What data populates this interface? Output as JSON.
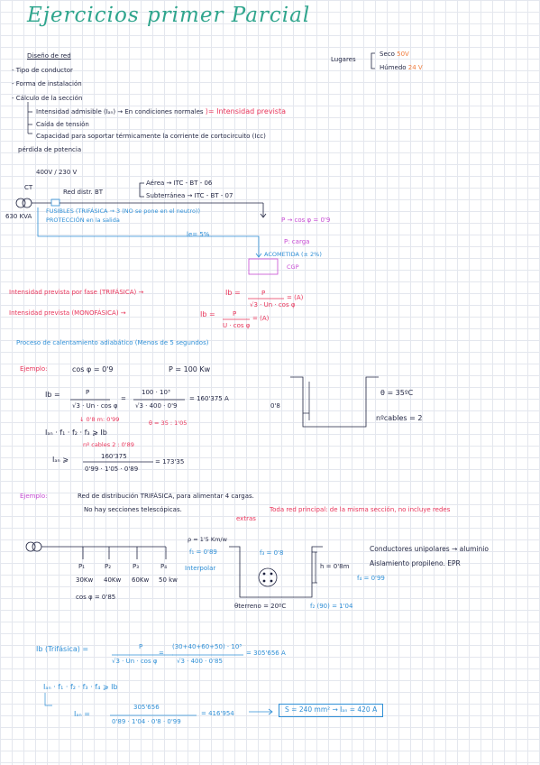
{
  "title": "Ejercicios primer Parcial",
  "s1": {
    "header": "Diseño de red",
    "items": [
      "Tipo de conductor",
      "Forma de instalación",
      "Cálculo de la sección"
    ],
    "sub1_pre": "Intensidad admisible (Iₐₙ) → En condiciones normales",
    "sub1_post": "⟩= Intensidad prevista",
    "sub2": "Caída de tensión",
    "sub3": "Capacidad para soportar térmicamente la corriente de cortocircuito (Icc)",
    "sub4": "pérdida de potencia"
  },
  "lugares": {
    "label": "Lugares",
    "seco_label": "Seco",
    "seco_value": "50V",
    "humedo_label": "Húmedo",
    "humedo_value": "24 V"
  },
  "diagram1": {
    "voltage": "400V / 230 V",
    "ct": "CT",
    "kva": "630 KVA",
    "red_distr": "Red distr. BT",
    "aerea": "Aérea → ITC - BT - 06",
    "subterranea": "Subterránea → ITC - BT - 07",
    "fusibles": "FUSIBLES (TRIFÁSICA → 3 (NO se pone en el neutro))",
    "proteccion": "PROTECCIÓN en la salida",
    "le": "le= 5%",
    "p_cos": "P → cos φ = 0'9",
    "p_carga": "P: carga",
    "acometida": "ACOMETIDA (± 2%)",
    "cgp": "CGP"
  },
  "formulas": {
    "tri_label": "Intensidad prevista por fase (TRIFÁSICA) →",
    "tri_lhs": "Ib =",
    "tri_num": "P",
    "tri_den": "√3 · Un · cos φ",
    "tri_unit": "= (A)",
    "mono_label": "Intensidad prevista (MONOFÁSICA) →",
    "mono_lhs": "Ib =",
    "mono_num": "P",
    "mono_den": "U · cos φ",
    "mono_unit": "= (A)",
    "proceso": "Proceso de calentamiento adiabático (Menos de 5 segundos)"
  },
  "ej1": {
    "label": "Ejemplo:",
    "cos": "cos φ = 0'9",
    "p": "P = 100 Kw",
    "ib_lhs": "Ib =",
    "ib_num1": "P",
    "ib_den1": "√3 · Un · cos φ",
    "ib_eq": "=",
    "ib_num2": "100 · 10³",
    "ib_den2": "√3 · 400 · 0'9",
    "ib_res": "= 160'375 A",
    "f1_note": "0'8 m: 0'99",
    "theta_note": "θ = 35 : 1'05",
    "ncables_note": "nº cables 2 : 0'89",
    "ian_eq": "Iₐₙ · f₁ · f₂ · f₃ ⩾ Ib",
    "ian2_lhs": "Iₐₙ ⩾",
    "ian2_num": "160'375",
    "ian2_den": "0'99 · 1'05 · 0'89",
    "ian2_res": "= 173'35",
    "depth": "0'8",
    "theta": "θ = 35ºC",
    "ncables": "nºcables = 2"
  },
  "ej2": {
    "label": "Ejemplo:",
    "desc": "Red de distribución TRIFÁSICA, para alimentar 4 cargas.",
    "no_hay": "No hay secciones telescópicas.",
    "toda_red": "Toda red principal: de la misma sección, no incluye redes",
    "extras": "extras",
    "loads": [
      {
        "label": "P₁",
        "power": "30Kw"
      },
      {
        "label": "P₂",
        "power": "40Kw"
      },
      {
        "label": "P₃",
        "power": "60Kw"
      },
      {
        "label": "P₄",
        "power": "50 kw"
      }
    ],
    "cos": "cos φ = 0'85",
    "rho": "ρ = 1'5 Km/w",
    "f1": "f₁ = 0'89",
    "interpolar": "Interpolar",
    "f3": "f₃ = 0'8",
    "depth": "h = 0'8m",
    "conductores": "Conductores unipolares → aluminio",
    "aislamiento": "Aislamiento propileno. EPR",
    "f4": "f₄ = 0'99",
    "theta_terreno": "θterreno = 20ºC",
    "f2": "f₂ (90) = 1'04",
    "ib_lhs": "Ib (Trifásica) =",
    "ib_num1": "P",
    "ib_den1": "√3 · Un · cos φ",
    "ib_eq": "=",
    "ib_num2": "(30+40+60+50) · 10³",
    "ib_den2": "√3 · 400 · 0'85",
    "ib_res": "= 305'656 A",
    "ian_eq": "Iₐₙ · f₁ · f₂ · f₃ · f₄ ⩾ Ib",
    "ian_lhs": "Iₐₙ =",
    "ian_num": "305'656",
    "ian_den": "0'89 · 1'04 · 0'8 · 0'99",
    "ian_res": "= 416'954",
    "answer": "S = 240 mm² → Iₐₙ = 420 A"
  }
}
